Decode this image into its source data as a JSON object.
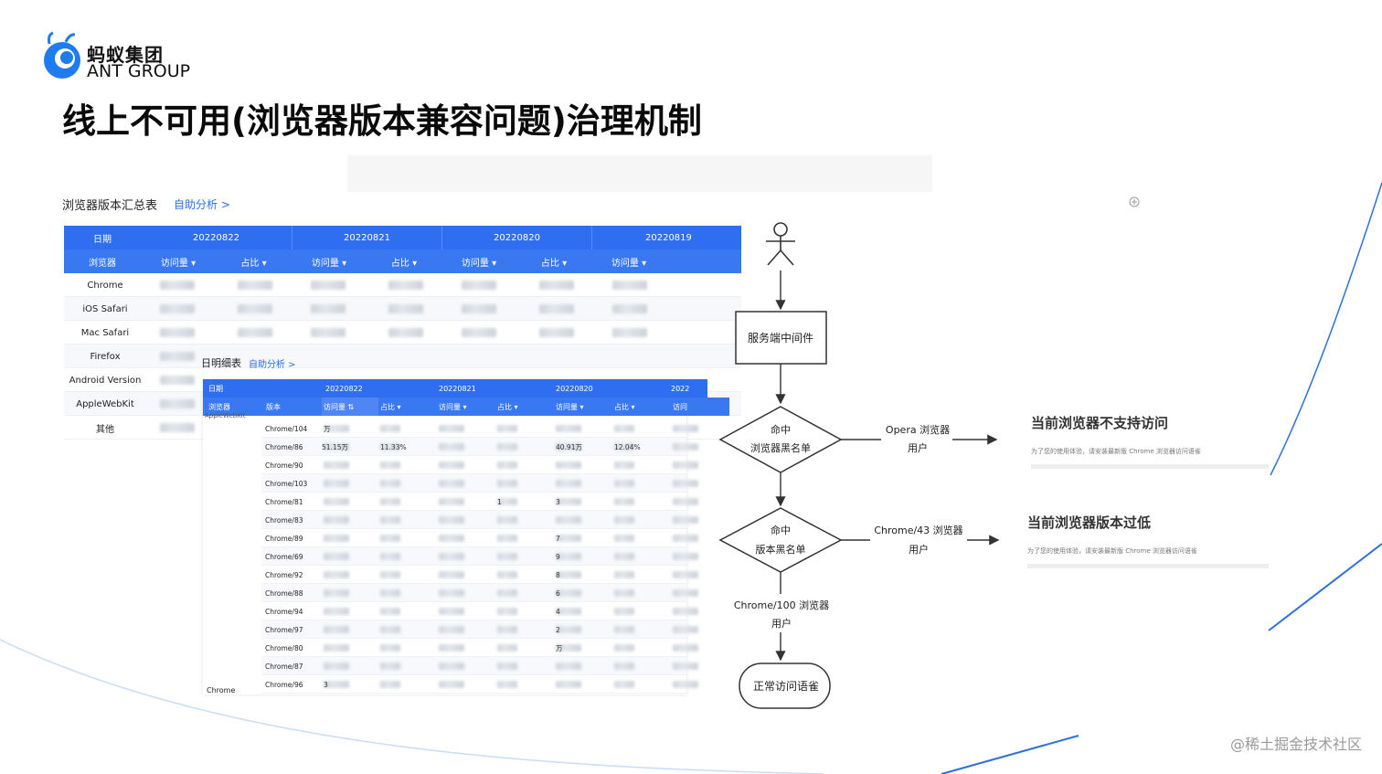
{
  "logo": {
    "cn": "蚂蚁集团",
    "en": "ANT GROUP"
  },
  "slide_title": "线上不可用(浏览器版本兼容问题)治理机制",
  "summary_table": {
    "title": "浏览器版本汇总表",
    "link": "自助分析 >",
    "header_date": "日期",
    "header_browser": "浏览器",
    "dates": [
      "20220822",
      "20220821",
      "20220820",
      "20220819"
    ],
    "metrics": [
      "访问量 ▾",
      "占比 ▾"
    ],
    "rows": [
      "Chrome",
      "iOS Safari",
      "Mac Safari",
      "Firefox",
      "Android Version",
      "AppleWebKit",
      "其他"
    ]
  },
  "detail_table": {
    "title": "日明细表",
    "link": "自助分析 >",
    "header_date": "日期",
    "header_browser": "浏览器",
    "header_version": "版本",
    "dates": [
      "20220822",
      "20220821",
      "20220820",
      "2022"
    ],
    "metrics": [
      "访问量 ⇅",
      "占比 ▾",
      "访问量 ▾",
      "占比 ▾",
      "访问量 ▾",
      "占比 ▾",
      "访问"
    ],
    "group_label_top": "AppleWebKit",
    "group_label": "Chrome",
    "versions": [
      "Chrome/104",
      "Chrome/86",
      "Chrome/90",
      "Chrome/103",
      "Chrome/81",
      "Chrome/83",
      "Chrome/89",
      "Chrome/69",
      "Chrome/92",
      "Chrome/88",
      "Chrome/94",
      "Chrome/97",
      "Chrome/80",
      "Chrome/87",
      "Chrome/96"
    ],
    "visible_fragments": [
      "万",
      "51.15万",
      "11.33%",
      "40.91万",
      "12.04%",
      "1",
      "3",
      "7",
      "9",
      "8",
      "6",
      "4",
      "2",
      "万",
      "3"
    ]
  },
  "flow": {
    "middleware": "服务端中间件",
    "diamond1": [
      "命中",
      "浏览器黑名单"
    ],
    "diamond2": [
      "命中",
      "版本黑名单"
    ],
    "edge1": [
      "Opera 浏览器",
      "用户"
    ],
    "edge2": [
      "Chrome/43 浏览器",
      "用户"
    ],
    "edge3": [
      "Chrome/100 浏览器",
      "用户"
    ],
    "terminal": "正常访问语雀",
    "msg1_title": "当前浏览器不支持访问",
    "msg1_sub": "为了您的使用体验，请安装最新版 Chrome 浏览器访问语雀",
    "msg2_title": "当前浏览器版本过低",
    "msg2_sub": "为了您的使用体验，请安装最新版 Chrome 浏览器访问语雀"
  },
  "watermark": "@稀土掘金技术社区",
  "colors": {
    "brand_blue": "#2f6ef0",
    "logo_blue": "#1e7bf0",
    "link": "#2b6de8"
  }
}
